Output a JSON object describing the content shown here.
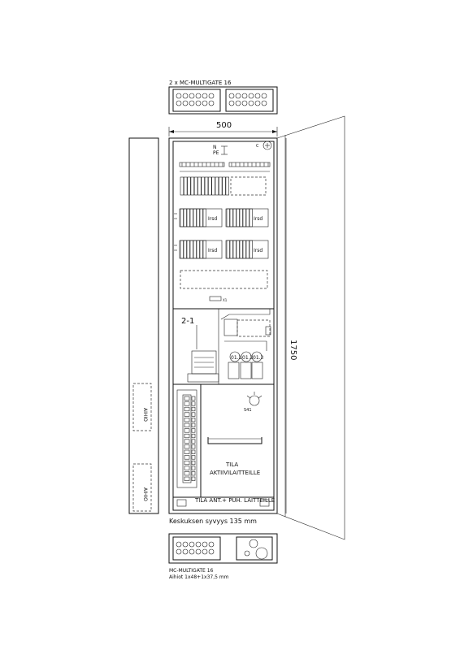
{
  "top_label": "2 x MC-MULTIGATE 16",
  "width_dim": "500",
  "height_dim": "1750",
  "bottom_note": "Keskuksen syvyys 135 mm",
  "bottom_label1": "MC-MULTIGATE 16",
  "bottom_label2": "Aihiot 1x48+1x37,5 mm",
  "n_label": "N",
  "pe_label": "PE",
  "section_label": "2-1",
  "side_label_top": "AIHIO",
  "side_label_bottom": "AIHIO",
  "tila_label": "TILA",
  "aktiivi_label": "AKTIIVILAITTEILLE",
  "ant_label": "TILA ANT.+ PUH. LAITTEILLE",
  "s41_label": "S41",
  "q1": "01.1",
  "q2": "01.2",
  "q3": "01.3",
  "rcd_label": "Irsd",
  "terminal_label": "X1"
}
